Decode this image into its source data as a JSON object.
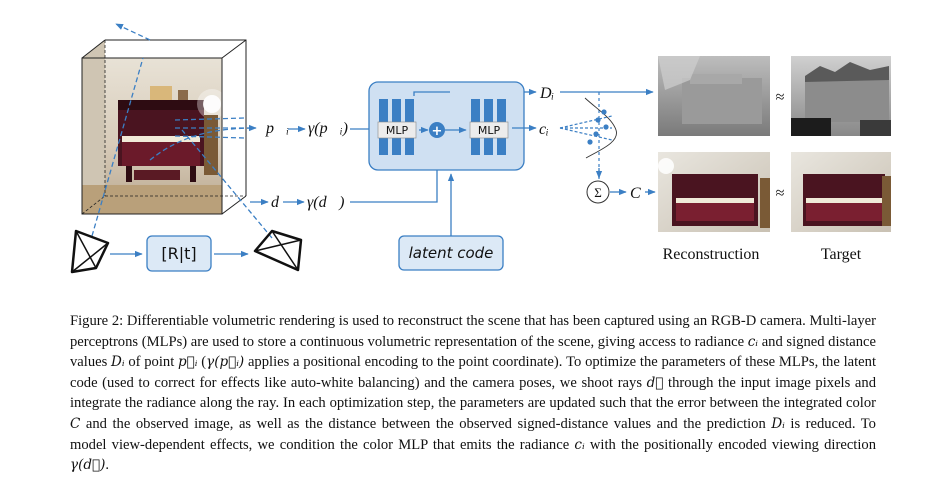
{
  "figure": {
    "inputs": {
      "point": "p⃗ᵢ",
      "point_enc": "γ(p⃗ᵢ)",
      "dir": "d⃗",
      "dir_enc": "γ(d⃗)"
    },
    "pose_label": "[R|t]",
    "mlp_label": "MLP",
    "plus_symbol": "+",
    "latent_label": "latent code",
    "outputs": {
      "sdf": "Dᵢ",
      "radiance": "cᵢ",
      "sum_symbol": "Σ",
      "color": "C"
    },
    "approx_symbol": "≈",
    "reconstruction_label": "Reconstruction",
    "target_label": "Target"
  },
  "caption": {
    "label": "Figure 2:",
    "segments": [
      {
        "t": " Differentiable volumetric rendering is used to reconstruct the scene that has been captured using an RGB-D camera. Multi-layer perceptrons (MLPs) are used to store a continuous volumetric representation of the scene, giving access to radiance "
      },
      {
        "m": "cᵢ"
      },
      {
        "t": " and signed distance values "
      },
      {
        "m": "Dᵢ"
      },
      {
        "t": " of point "
      },
      {
        "m": "p⃗ᵢ"
      },
      {
        "t": " ("
      },
      {
        "m": "γ(p⃗ᵢ)"
      },
      {
        "t": " applies a positional encoding to the point coordinate). To optimize the parameters of these MLPs, the latent code (used to correct for effects like auto-white balancing) and the camera poses, we shoot rays "
      },
      {
        "m": "d⃗"
      },
      {
        "t": " through the input image pixels and integrate the radiance along the ray. In each optimization step, the parameters are updated such that the error between the integrated color "
      },
      {
        "m": "C"
      },
      {
        "t": " and the observed image, as well as the distance between the observed signed-distance values and the prediction "
      },
      {
        "m": "Dᵢ"
      },
      {
        "t": " is reduced. To model view-dependent effects, we condition the color MLP that emits the radiance "
      },
      {
        "m": "cᵢ"
      },
      {
        "t": " with the positionally encoded viewing direction "
      },
      {
        "m": "γ(d⃗)"
      },
      {
        "t": "."
      }
    ]
  }
}
